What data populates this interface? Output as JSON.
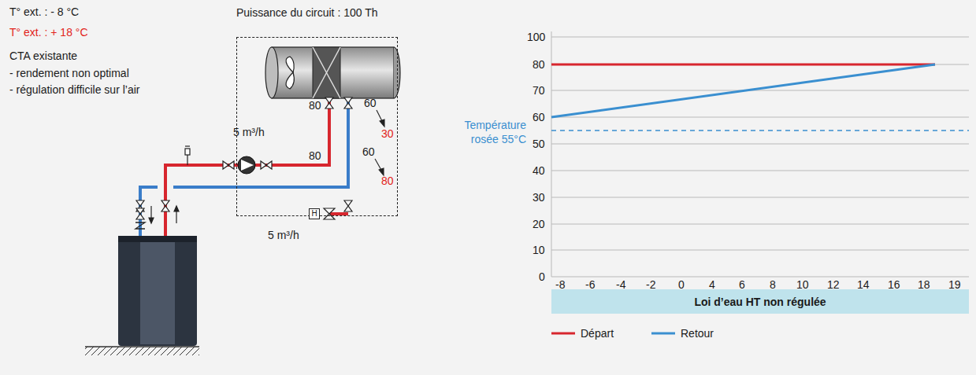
{
  "diagram": {
    "nodes": [
      {
        "text": [
          "Puissance du circuit : 100 Th"
        ]
      },
      {
        "text": [
          "Loi d’eau HT non régulée"
        ]
      },
      {
        "text": [
          "H"
        ]
      }
    ],
    "labels": [
      "T° ext. : - 8 °C",
      "T° ext. : + 18 °C",
      "CTA existante",
      "- rendement non optimal",
      "- régulation difficile sur l’air",
      "80",
      "60",
      "30",
      "80",
      "60",
      "80",
      "5 m³/h",
      "5 m³/h",
      "100",
      "80",
      "70",
      "60",
      "50",
      "40",
      "30",
      "20",
      "10",
      "0",
      "-8",
      "-6",
      "-4",
      "-2",
      "0",
      "4",
      "6",
      "8",
      "10",
      "12",
      "14",
      "16",
      "18",
      "19",
      "Température rosée 55°C"
    ],
    "legend": [
      {
        "text": "Départ"
      },
      {
        "text": "Retour"
      }
    ]
  }
}
